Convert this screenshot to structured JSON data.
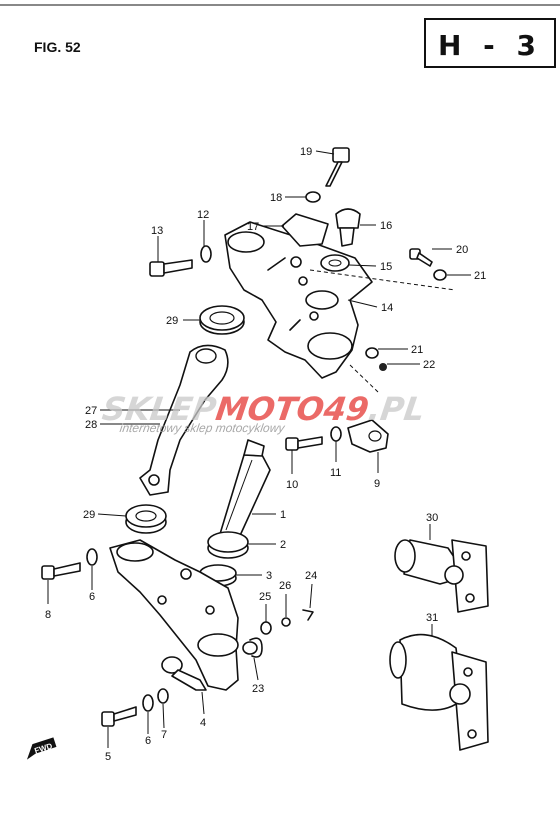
{
  "header": {
    "figure_label": "FIG. 52",
    "code_box": "H - 3"
  },
  "watermark": {
    "brand_part1": "SKLEP",
    "brand_part2": "MOTO",
    "brand_part3": "49",
    "brand_part4": ".PL",
    "tagline": "internetowy sklep motocyklowy"
  },
  "fwd_label": "FWD",
  "callouts": [
    {
      "id": "c19",
      "number": "19"
    },
    {
      "id": "c18",
      "number": "18"
    },
    {
      "id": "c17",
      "number": "17"
    },
    {
      "id": "c16",
      "number": "16"
    },
    {
      "id": "c13",
      "number": "13"
    },
    {
      "id": "c12",
      "number": "12"
    },
    {
      "id": "c20",
      "number": "20"
    },
    {
      "id": "c15",
      "number": "15"
    },
    {
      "id": "c21a",
      "number": "21"
    },
    {
      "id": "c14",
      "number": "14"
    },
    {
      "id": "c29a",
      "number": "29"
    },
    {
      "id": "c21b",
      "number": "21"
    },
    {
      "id": "c22",
      "number": "22"
    },
    {
      "id": "c27",
      "number": "27"
    },
    {
      "id": "c28",
      "number": "28"
    },
    {
      "id": "c11",
      "number": "11"
    },
    {
      "id": "c10",
      "number": "10"
    },
    {
      "id": "c9",
      "number": "9"
    },
    {
      "id": "c29b",
      "number": "29"
    },
    {
      "id": "c1",
      "number": "1"
    },
    {
      "id": "c2",
      "number": "2"
    },
    {
      "id": "c3",
      "number": "3"
    },
    {
      "id": "c30",
      "number": "30"
    },
    {
      "id": "c8",
      "number": "8"
    },
    {
      "id": "c6a",
      "number": "6"
    },
    {
      "id": "c24",
      "number": "24"
    },
    {
      "id": "c26",
      "number": "26"
    },
    {
      "id": "c25",
      "number": "25"
    },
    {
      "id": "c31",
      "number": "31"
    },
    {
      "id": "c23",
      "number": "23"
    },
    {
      "id": "c4",
      "number": "4"
    },
    {
      "id": "c5",
      "number": "5"
    },
    {
      "id": "c6b",
      "number": "6"
    },
    {
      "id": "c7",
      "number": "7"
    }
  ]
}
